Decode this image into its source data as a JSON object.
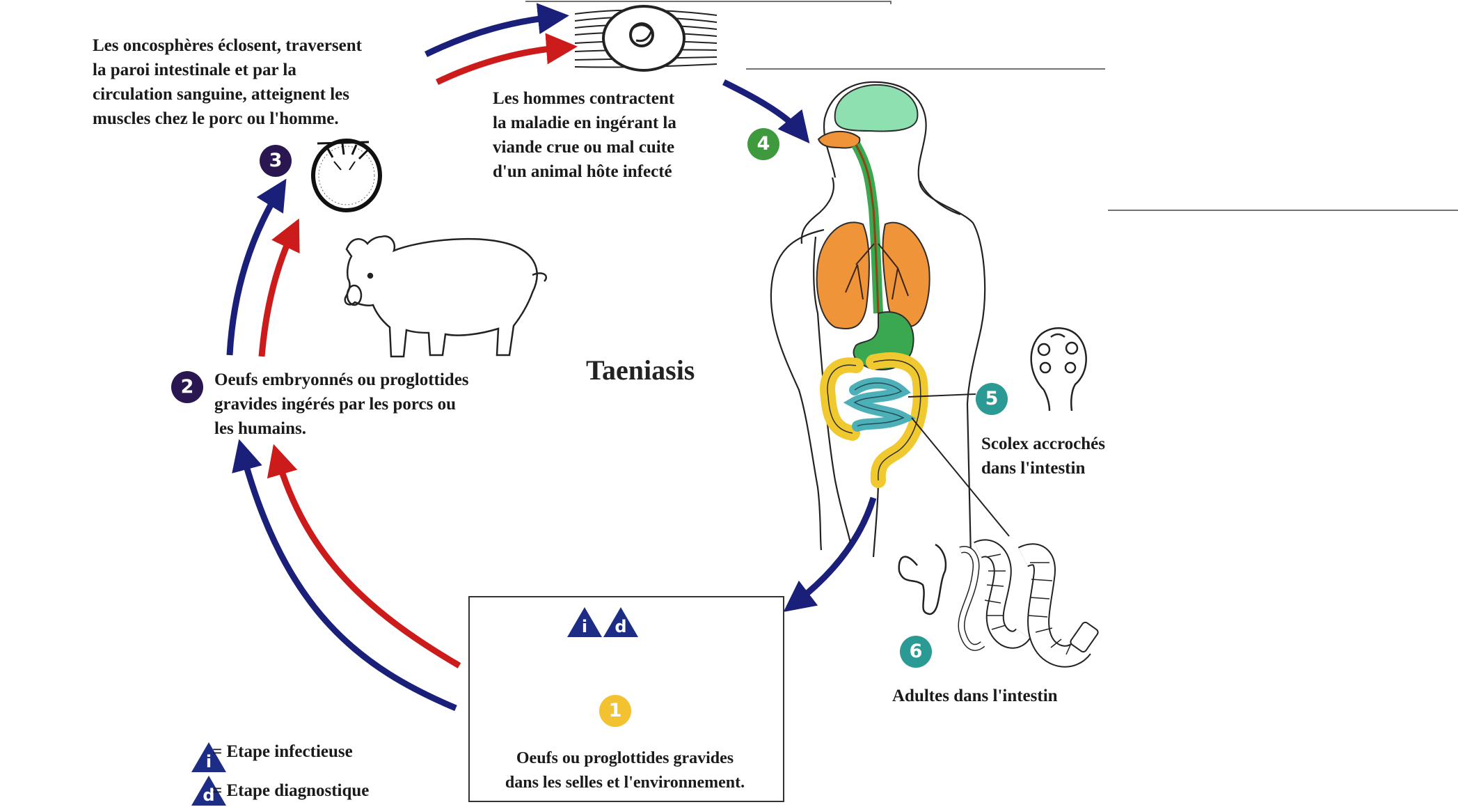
{
  "title": "Taeniasis",
  "steps": {
    "s1": {
      "num": "1",
      "lines": [
        "Oeufs ou proglottides gravides",
        "dans les selles et l'environnement."
      ]
    },
    "s2": {
      "num": "2",
      "lines": [
        "Oeufs embryonnés ou proglottides",
        "gravides ingérés par les porcs ou",
        "les humains."
      ]
    },
    "s3": {
      "num": "3",
      "lines": [
        "Les oncosphères éclosent, traversent",
        "la paroi intestinale et par la",
        "circulation sanguine, atteignent les",
        "muscles chez le porc ou l'homme."
      ]
    },
    "s4": {
      "num": "4",
      "lines": [
        "Les hommes contractent",
        "la maladie en ingérant la",
        "viande crue ou mal cuite",
        "d'un animal hôte infecté"
      ]
    },
    "s5": {
      "num": "5",
      "lines": [
        "Scolex accrochés",
        "dans l'intestin"
      ]
    },
    "s6": {
      "num": "6",
      "lines": [
        "Adultes dans l'intestin"
      ]
    }
  },
  "markers": {
    "infective": "i",
    "diagnostic": "d"
  },
  "legend": {
    "infective": "= Etape infectieuse",
    "diagnostic": "= Etape diagnostique"
  },
  "colors": {
    "human_path": "#1a1f7a",
    "pig_path": "#cc1b1b",
    "badge_dark": "#2a1650",
    "badge_green": "#3e9a3c",
    "badge_teal": "#2b9a94",
    "badge_yellow": "#f2c230",
    "triangle": "#1d2d86",
    "brain": "#8ee0b0",
    "lungs": "#f0943a",
    "gut": "#3aa850",
    "intestine_small": "#4db0b8",
    "intestine_large": "#f0c830"
  },
  "icons": [
    "muscle-cyst-icon",
    "oncosphere-icon",
    "pig-icon",
    "human-body-icon",
    "scolex-icon",
    "adult-worm-icon",
    "egg-icon",
    "proglottid-icon"
  ]
}
